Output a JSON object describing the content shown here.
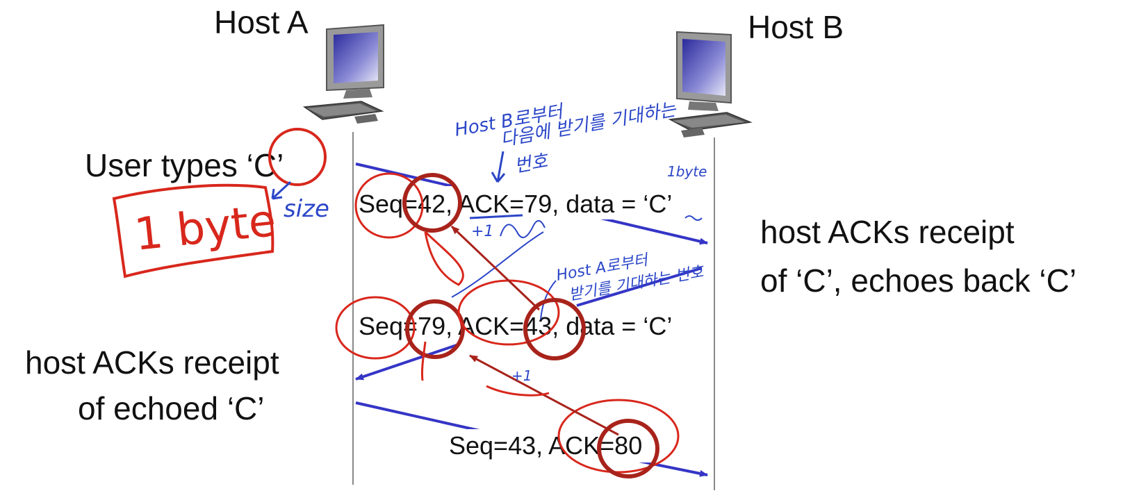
{
  "hosts": {
    "a": {
      "label": "Host A"
    },
    "b": {
      "label": "Host B"
    }
  },
  "events": {
    "user_types": "User types ‘C’",
    "host_b_ack_line1": "host ACKs receipt",
    "host_b_ack_line2": "of ‘C’, echoes back ‘C’",
    "host_a_ack_line1": "host ACKs receipt",
    "host_a_ack_line2": "of echoed ‘C’"
  },
  "segments": [
    {
      "label": "Seq=42, ACK=79, data = ‘C’",
      "direction": "A-to-B"
    },
    {
      "label": "Seq=79, ACK=43, data = ‘C’",
      "direction": "B-to-A"
    },
    {
      "label": "Seq=43, ACK=80",
      "direction": "A-to-B"
    }
  ],
  "annotations": {
    "size_note": "size",
    "one_byte_box": "1 byte",
    "small_one_byte": "1byte",
    "next_expected_from_b_line1": "Host B로부터",
    "next_expected_from_b_line2": "다음에 받기를 기대하는",
    "next_expected_from_b_line3": "번호",
    "next_expected_from_a_line1": "Host A로부터",
    "next_expected_from_a_line2": "받기를 기대하는 번호",
    "plus_one_a": "+1",
    "plus_one_b": "+1"
  },
  "colors": {
    "segment_arrow": "#3535c6",
    "annotation_red": "#d8271c",
    "annotation_dark_red": "#a8231b",
    "annotation_blue": "#2b46c8",
    "timeline": "#888888"
  }
}
